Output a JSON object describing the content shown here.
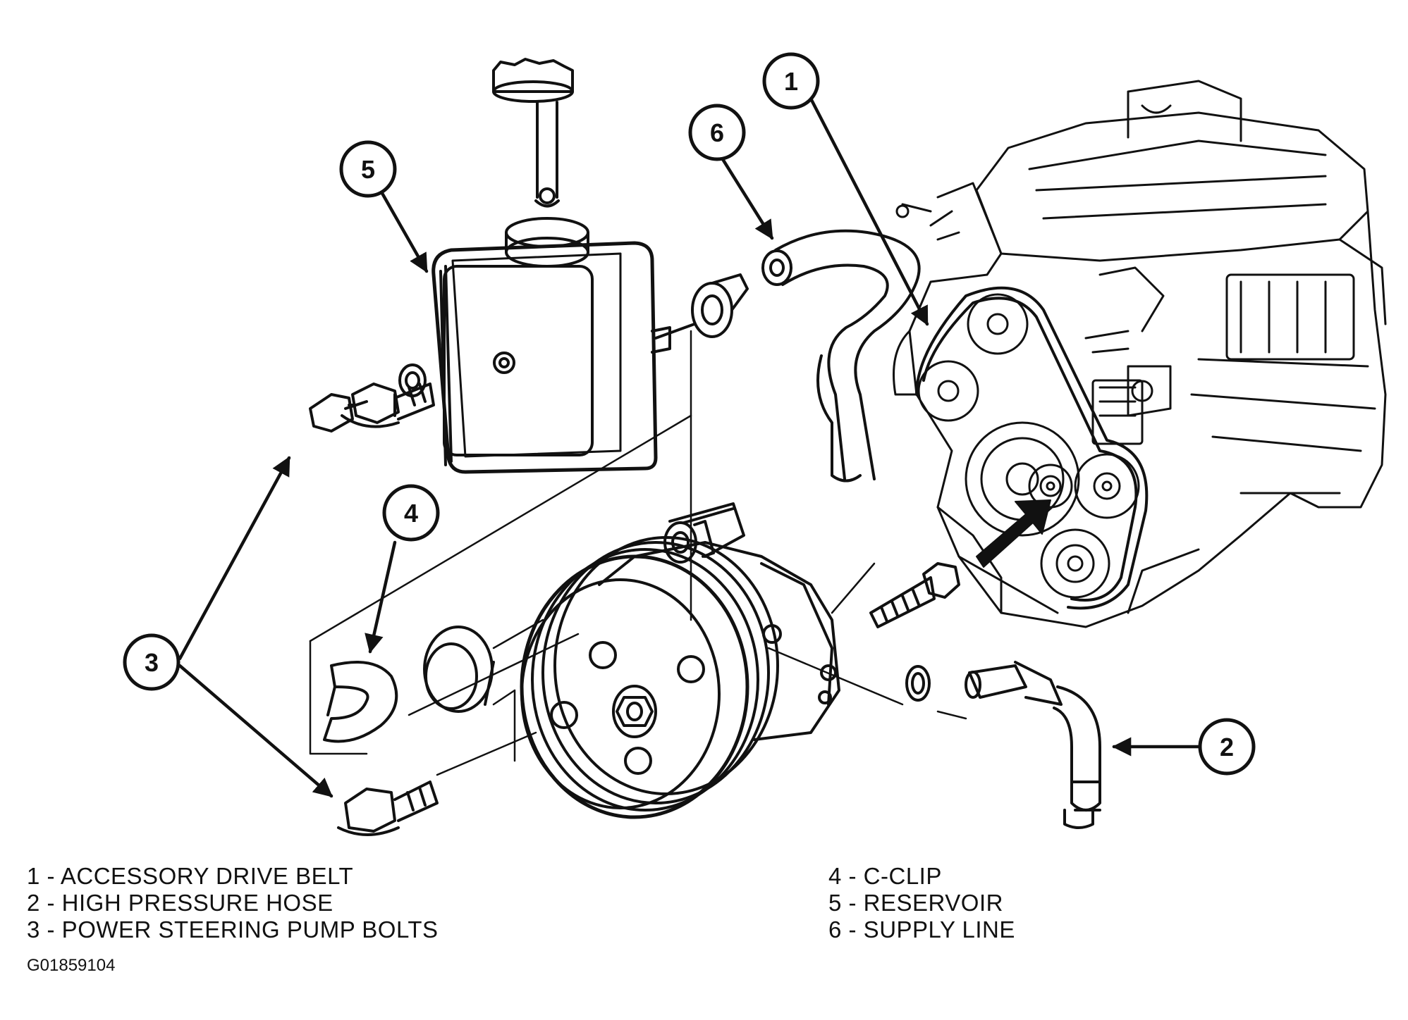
{
  "callouts": {
    "c1": "1",
    "c2": "2",
    "c3": "3",
    "c4": "4",
    "c5": "5",
    "c6": "6"
  },
  "legend": {
    "left": [
      "1 - ACCESSORY DRIVE BELT",
      "2 - HIGH PRESSURE HOSE",
      "3 - POWER STEERING PUMP BOLTS"
    ],
    "right": [
      "4 - C-CLIP",
      "5 - RESERVOIR",
      "6 - SUPPLY LINE"
    ]
  },
  "figure_id": "G01859104",
  "colors": {
    "ink": "#111111",
    "paper": "#ffffff"
  }
}
